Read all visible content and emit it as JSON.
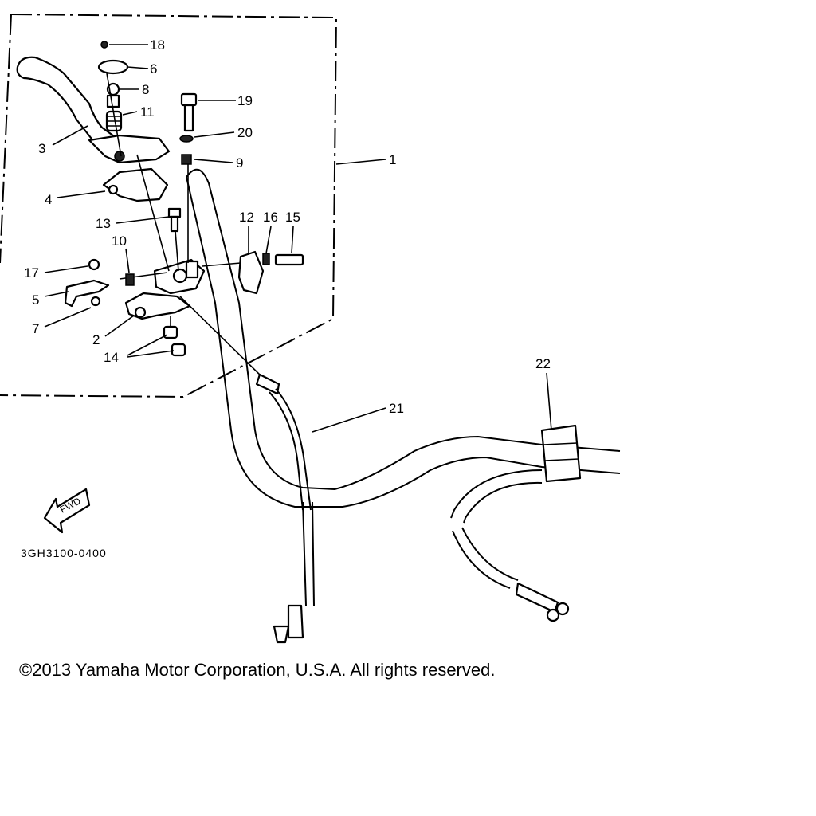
{
  "diagram": {
    "code": "3GH3100-0400",
    "fwd_label": "FWD",
    "copyright": "©2013 Yamaha Motor Corporation, U.S.A. All rights reserved.",
    "callouts": {
      "c1": "1",
      "c2": "2",
      "c3": "3",
      "c4": "4",
      "c5": "5",
      "c6": "6",
      "c7": "7",
      "c8": "8",
      "c9": "9",
      "c10": "10",
      "c11": "11",
      "c12": "12",
      "c13": "13",
      "c14": "14",
      "c15": "15",
      "c16": "16",
      "c17": "17",
      "c18": "18",
      "c19": "19",
      "c20": "20",
      "c21": "21",
      "c22": "22"
    }
  }
}
